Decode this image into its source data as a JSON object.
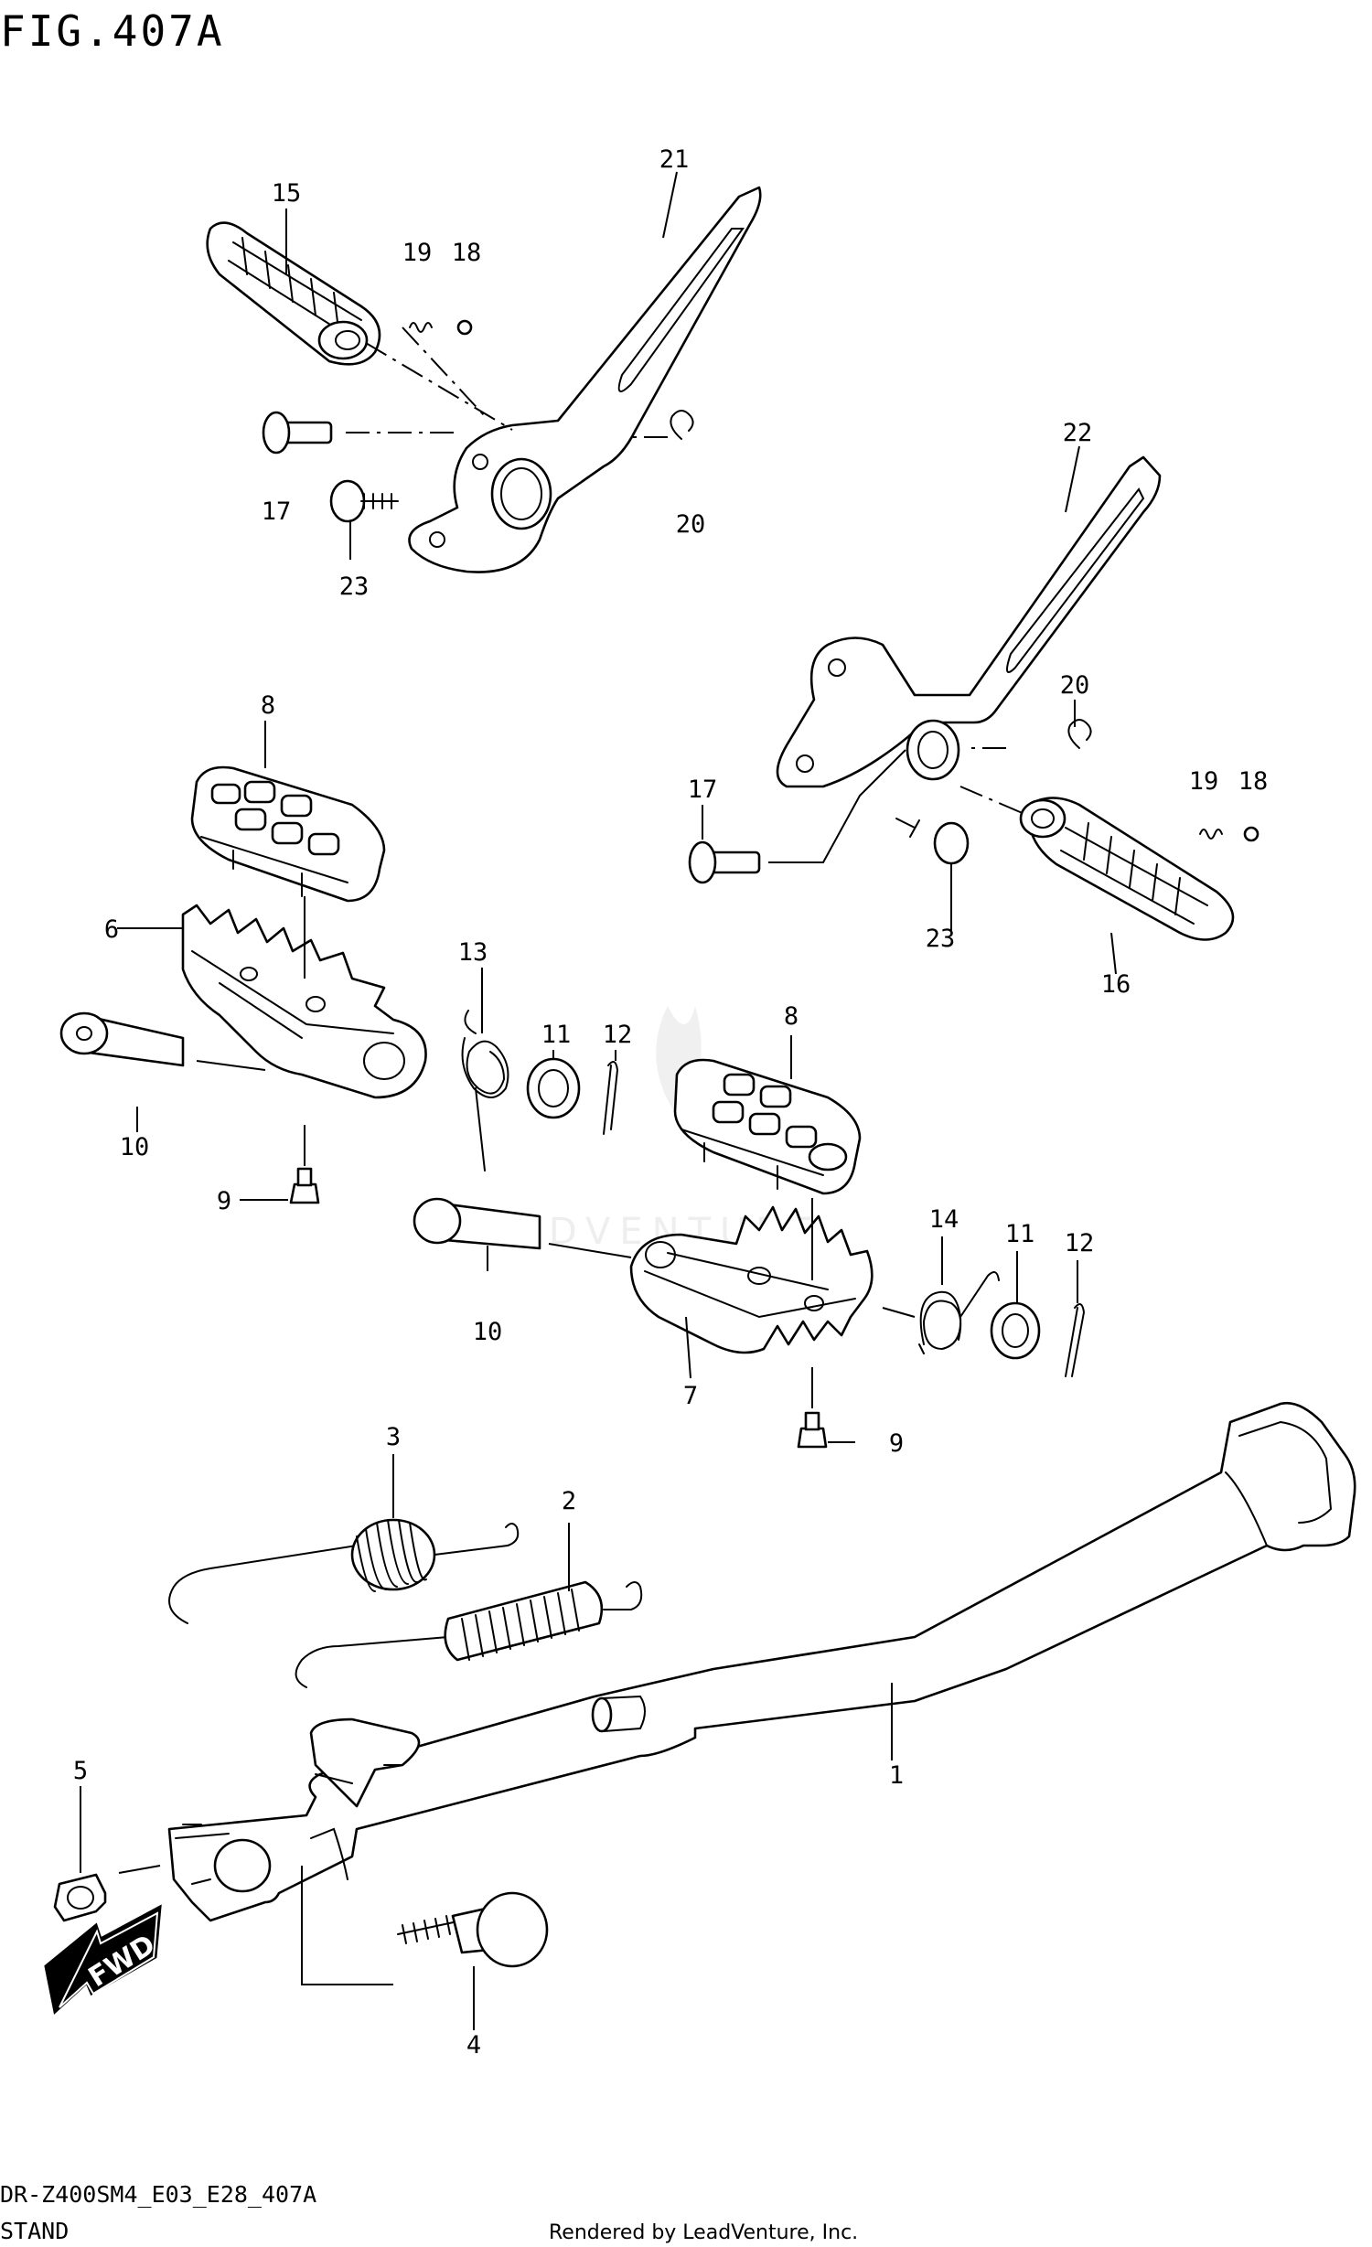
{
  "figure": {
    "title": "FIG.407A",
    "model_code": "DR-Z400SM4_E03_E28_407A",
    "section_name": "STAND",
    "rendered_by": "Rendered by LeadVenture, Inc.",
    "watermark": "LEADVENTURE",
    "fwd_label": "FWD"
  },
  "callouts": [
    "1",
    "2",
    "3",
    "4",
    "5",
    "6",
    "7",
    "8",
    "8",
    "9",
    "9",
    "10",
    "10",
    "11",
    "11",
    "12",
    "12",
    "13",
    "14",
    "15",
    "16",
    "17",
    "17",
    "18",
    "18",
    "19",
    "19",
    "20",
    "20",
    "21",
    "22",
    "23",
    "23"
  ]
}
